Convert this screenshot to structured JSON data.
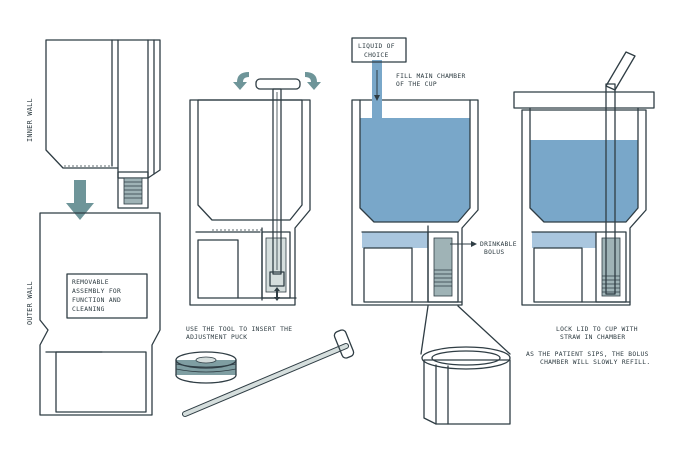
{
  "colors": {
    "outline": "#2f3d44",
    "wall": "#d5dedd",
    "inner": "#e4ebea",
    "chamber": "#9fb3b6",
    "liquid": "#79a7c9",
    "liquid_light": "#a9c6de",
    "tool": "#7f9ea2",
    "lid": "#9aa4a7",
    "arrow": "#6e9599"
  },
  "labels": {
    "inner_wall": "INNER WALL",
    "outer_wall": "OUTER WALL",
    "removable_line1": "REMOVABLE",
    "removable_line2": "ASSEMBLY FOR",
    "removable_line3": "FUNCTION AND",
    "removable_line4": "CLEANING",
    "tool_line1": "USE THE TOOL TO INSERT THE",
    "tool_line2": "ADJUSTMENT PUCK",
    "liquid_line1": "LIQUID OF",
    "liquid_line2": "CHOICE",
    "fill_line1": "FILL MAIN CHAMBER",
    "fill_line2": "OF THE CUP",
    "bolus_line1": "DRINKABLE",
    "bolus_line2": "BOLUS",
    "lid_line1": "LOCK LID TO CUP WITH",
    "lid_line2": "STRAW IN CHAMBER",
    "sips_line1": "AS THE PATIENT SIPS, THE BOLUS",
    "sips_line2": "CHAMBER WILL SLOWLY REFILL."
  },
  "icons": {
    "rotate_left": "rotate-left-arrow",
    "rotate_right": "rotate-right-arrow",
    "insert_down": "down-arrow",
    "flow_down": "pour-arrow",
    "pointer_right": "right-arrow"
  }
}
